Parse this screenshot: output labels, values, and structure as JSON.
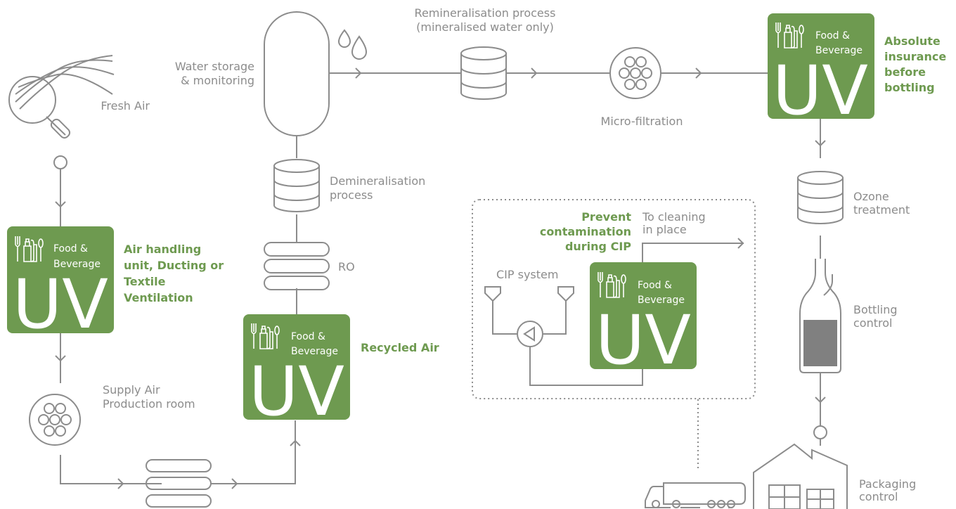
{
  "uv_badge": {
    "line1": "Food &",
    "line2": "Beverage",
    "big": "UV",
    "color": "#6e9a50"
  },
  "labels": {
    "fresh_air": "Fresh Air",
    "water_storage": [
      "Water storage",
      "& monitoring"
    ],
    "remineralisation": [
      "Remineralisation process",
      "(mineralised water only)"
    ],
    "micro_filtration": "Micro-filtration",
    "demineralisation": [
      "Demineralisation",
      "process"
    ],
    "ro": "RO",
    "supply_air": [
      "Supply Air",
      "Production room"
    ],
    "cip_system": "CIP system",
    "to_cleaning": [
      "To cleaning",
      "in place"
    ],
    "ozone": [
      "Ozone",
      "treatment"
    ],
    "bottling": [
      "Bottling",
      "control"
    ],
    "packaging": [
      "Packaging",
      "control"
    ]
  },
  "callouts": {
    "air_handling": [
      "Air handling",
      "unit, Ducting or",
      "Textile",
      "Ventilation"
    ],
    "recycled_air": "Recycled Air",
    "prevent": [
      "Prevent",
      "contamination",
      "during CIP"
    ],
    "absolute": [
      "Absolute",
      "insurance",
      "before",
      "bottling"
    ]
  },
  "icons": {
    "fresh_air": "magnifier-air-icon",
    "water_drops": "water-drops-icon",
    "filter": "filter-disc-icon",
    "tank": "stacked-tank-icon",
    "pump": "pump-icon",
    "truck": "truck-icon",
    "factory": "factory-icon",
    "bottle": "bottle-icon",
    "food_beverage": "food-beverage-icon"
  },
  "line_color": "#8c8c8c"
}
